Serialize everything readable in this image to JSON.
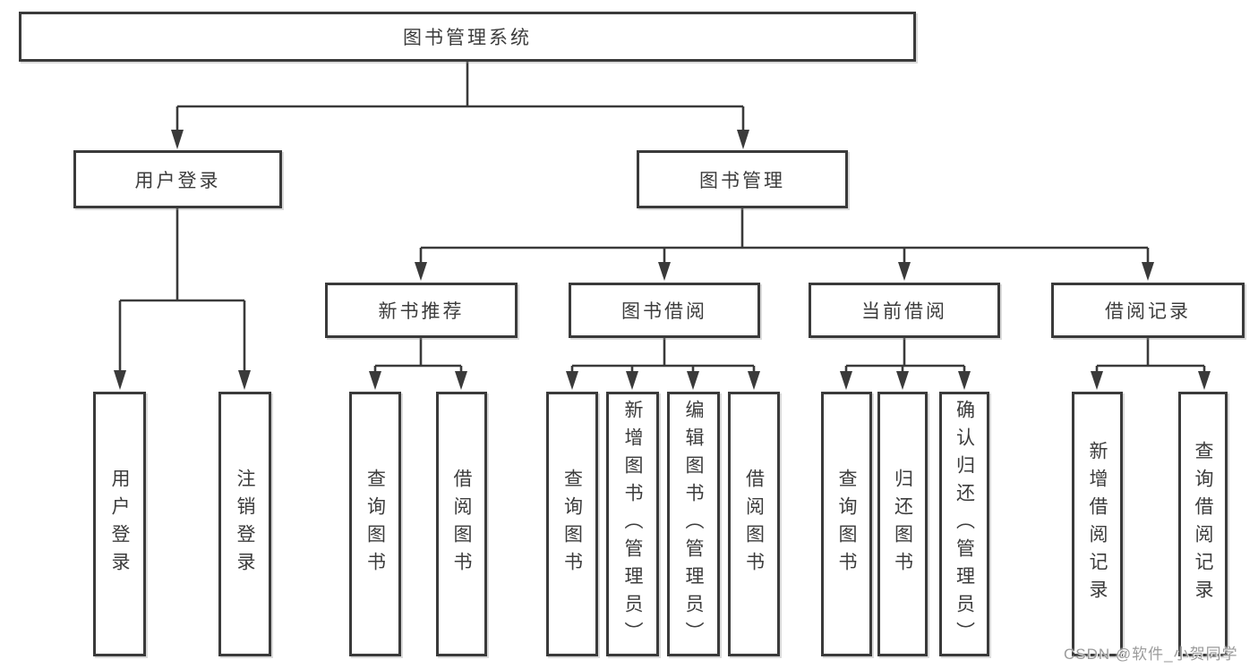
{
  "diagram": {
    "title": "图书管理系统",
    "watermark": "CSDN @软件_小贺同学",
    "colors": {
      "line": "#3a3a3a",
      "border": "#3a3a3a",
      "text": "#3c3c3c",
      "watermark_text": "#9b9b9b",
      "background": "#ffffff"
    },
    "level2": {
      "login": {
        "label": "用户登录",
        "leaves": [
          "用户登录",
          "注销登录"
        ]
      },
      "manage": {
        "label": "图书管理"
      }
    },
    "groups": [
      {
        "label": "新书推荐",
        "leaves": [
          "查询图书",
          "借阅图书"
        ]
      },
      {
        "label": "图书借阅",
        "leaves": [
          "查询图书",
          "新增图书（管理员）",
          "编辑图书（管理员）",
          "借阅图书"
        ]
      },
      {
        "label": "当前借阅",
        "leaves": [
          "查询图书",
          "归还图书",
          "确认归还（管理员）"
        ]
      },
      {
        "label": "借阅记录",
        "leaves": [
          "新增借阅记录",
          "查询借阅记录"
        ]
      }
    ]
  }
}
